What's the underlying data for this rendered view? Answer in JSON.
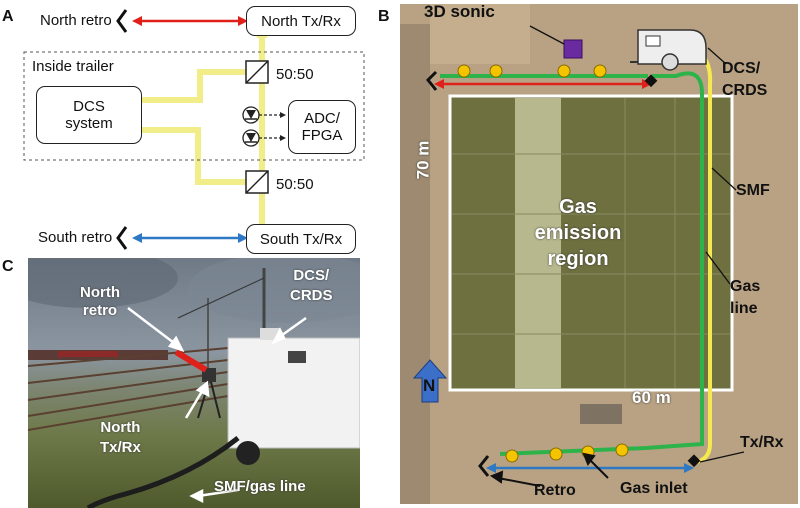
{
  "panels": {
    "a": "A",
    "b": "B",
    "c": "C"
  },
  "panel_a": {
    "north_retro": "North retro",
    "north_txrx": "North Tx/Rx",
    "inside_trailer": "Inside trailer",
    "dcs_line1": "DCS",
    "dcs_line2": "system",
    "splitter_top": "50:50",
    "splitter_bottom": "50:50",
    "adc_line1": "ADC/",
    "adc_line2": "FPGA",
    "south_retro": "South retro",
    "south_txrx": "South Tx/Rx"
  },
  "panel_b": {
    "sonic": "3D sonic",
    "dcs_crds_line1": "DCS/",
    "dcs_crds_line2": "CRDS",
    "smf": "SMF",
    "gas_line1": "Gas",
    "gas_line2": "line",
    "width_label": "70 m",
    "length_label": "60 m",
    "region_line1": "Gas",
    "region_line2": "emission",
    "region_line3": "region",
    "north": "N",
    "txrx": "Tx/Rx",
    "retro": "Retro",
    "gas_inlet": "Gas inlet"
  },
  "panel_c": {
    "dcs_crds_line1": "DCS/",
    "dcs_crds_line2": "CRDS",
    "north_retro_line1": "North",
    "north_retro_line2": "retro",
    "north_txrx_line1": "North",
    "north_txrx_line2": "Tx/Rx",
    "smf_gas": "SMF/gas line"
  },
  "colors": {
    "red_arrow": "#e0201b",
    "blue_arrow": "#2f78c4",
    "fiber_yellow": "#f1ee8a",
    "gas_green": "#2db34a",
    "inlet_yellow": "#f5c400",
    "sonic_purple": "#6a2aa0",
    "north_blue": "#3c6fc7"
  }
}
